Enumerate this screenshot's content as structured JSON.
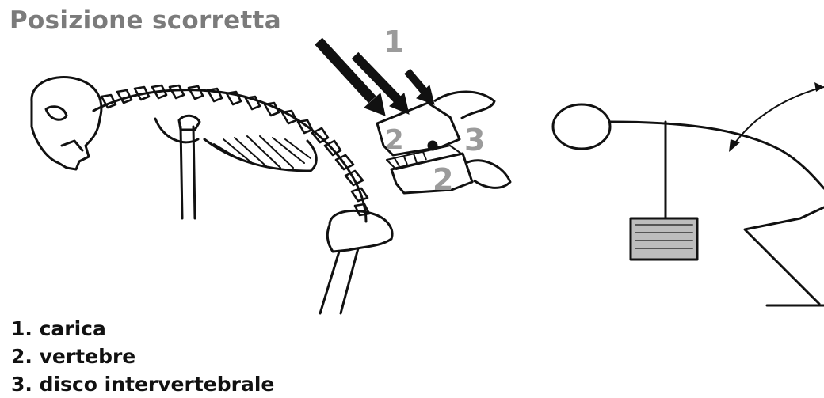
{
  "title": "Posizione scorretta",
  "labels": {
    "carica_marker": "1",
    "vertebre_marker_top": "2",
    "disco_marker": "3",
    "vertebre_marker_bottom": "2"
  },
  "legend": [
    "1. carica",
    "2. vertebre",
    "3. disco intervertebrale"
  ]
}
